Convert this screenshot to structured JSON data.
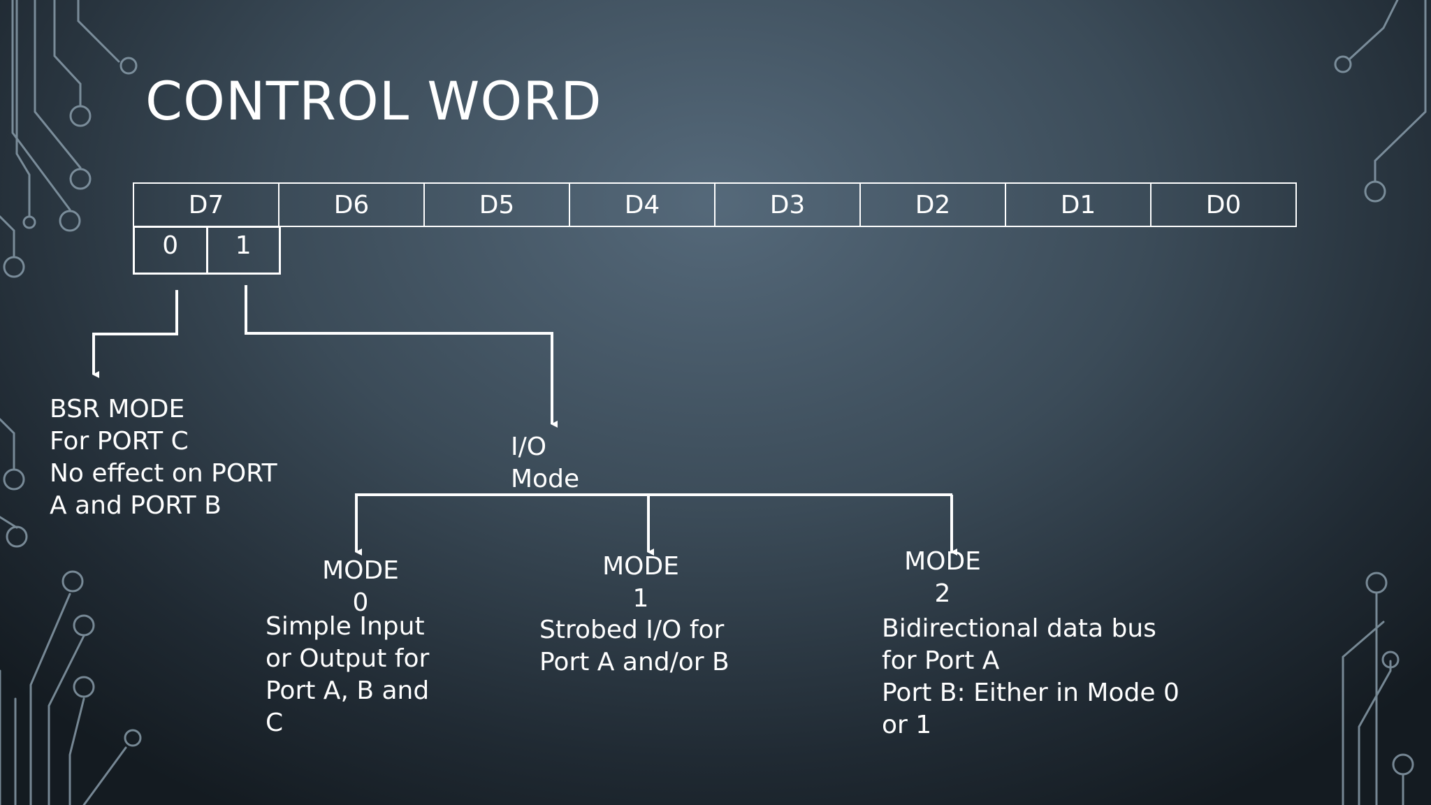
{
  "title": "CONTROL WORD",
  "bits": [
    "D7",
    "D6",
    "D5",
    "D4",
    "D3",
    "D2",
    "D1",
    "D0"
  ],
  "d7_values": [
    "0",
    "1"
  ],
  "bsr": {
    "lines": [
      "BSR MODE",
      "For PORT C",
      "No effect on PORT",
      "A and PORT B"
    ]
  },
  "io": {
    "lines": [
      "I/O",
      "Mode"
    ]
  },
  "modes": [
    {
      "name_lines": [
        "MODE",
        "0"
      ],
      "desc_lines": [
        "Simple Input",
        "or Output for",
        "Port A, B and",
        "C"
      ]
    },
    {
      "name_lines": [
        "MODE",
        "1"
      ],
      "desc_lines": [
        "Strobed I/O for",
        "Port A and/or B"
      ]
    },
    {
      "name_lines": [
        "MODE",
        "2"
      ],
      "desc_lines": [
        "Bidirectional data bus",
        "for Port A",
        "Port B: Either in Mode 0",
        "or 1"
      ]
    }
  ],
  "colors": {
    "foreground": "#ffffff",
    "circuit": "#8fa3b1"
  }
}
